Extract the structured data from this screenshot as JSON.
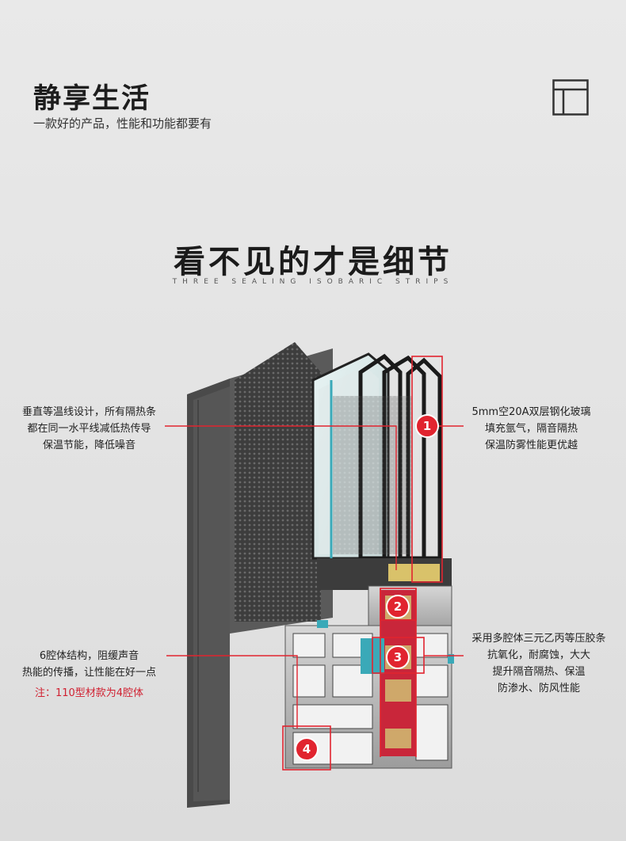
{
  "header": {
    "title": "静享生活",
    "subtitle": "一款好的产品，性能和功能都要有",
    "icon": "window-frame-icon"
  },
  "section": {
    "title": "看不见的才是细节",
    "subtitle": "THREE SEALING ISOBARIC STRIPS"
  },
  "callouts": {
    "left_top": [
      "垂直等温线设计，所有隔热条",
      "都在同一水平线减低热传导",
      "保温节能，降低噪音"
    ],
    "right_top": [
      "5mm空20A双层钢化玻璃",
      "填充氩气，隔音隔热",
      "保温防雾性能更优越"
    ],
    "left_bottom": [
      "6腔体结构，阻缓声音",
      "热能的传播，让性能在好一点"
    ],
    "left_bottom_note": "注：110型材款为4腔体",
    "right_bottom": [
      "采用多腔体三元乙丙等压胶条",
      "抗氧化，耐腐蚀，大大",
      "提升隔音隔热、保温",
      "防渗水、防风性能"
    ]
  },
  "badges": [
    "1",
    "2",
    "3",
    "4"
  ],
  "colors": {
    "accent": "#e1242f",
    "frame": "#4a4a4a",
    "glass": "#3aa9b8"
  }
}
